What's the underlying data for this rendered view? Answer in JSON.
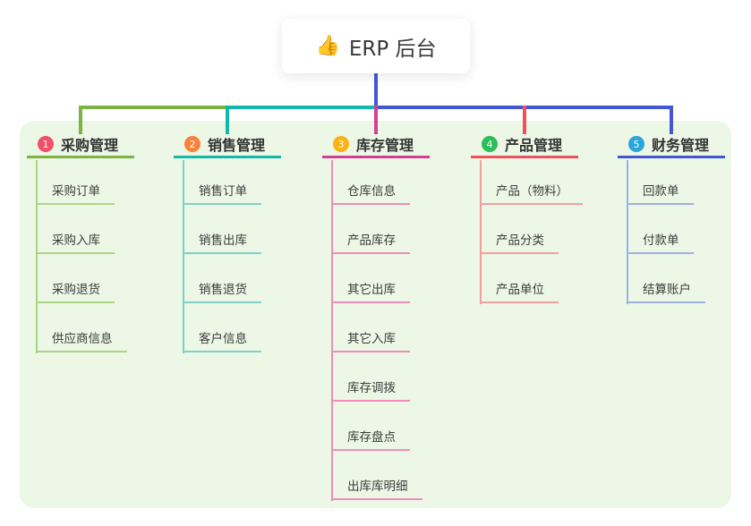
{
  "root": {
    "icon": "thumbs-up-icon",
    "icon_glyph": "👍",
    "title": "ERP 后台"
  },
  "canvas": {
    "background": "#ffffff",
    "panel_background": "#ecf7e6",
    "root_connector_color": "#4457d2"
  },
  "branches": [
    {
      "badge": "1",
      "label": "采购管理",
      "colors": {
        "line": "#7cb342",
        "child_line": "#a9d584",
        "badge": "#f0506a"
      },
      "children": [
        "采购订单",
        "采购入库",
        "采购退货",
        "供应商信息"
      ]
    },
    {
      "badge": "2",
      "label": "销售管理",
      "colors": {
        "line": "#14b8aa",
        "child_line": "#7ed0c8",
        "badge": "#f6823c"
      },
      "children": [
        "销售订单",
        "销售出库",
        "销售退货",
        "客户信息"
      ]
    },
    {
      "badge": "3",
      "label": "库存管理",
      "colors": {
        "line": "#d23f97",
        "child_line": "#f08cba",
        "badge": "#fbb216"
      },
      "children": [
        "仓库信息",
        "产品库存",
        "其它出库",
        "其它入库",
        "库存调拨",
        "库存盘点",
        "出库库明细"
      ]
    },
    {
      "badge": "4",
      "label": "产品管理",
      "colors": {
        "line": "#f0515a",
        "child_line": "#f59e9e",
        "badge": "#2ebd5b"
      },
      "children": [
        "产品（物料）",
        "产品分类",
        "产品单位"
      ]
    },
    {
      "badge": "5",
      "label": "财务管理",
      "colors": {
        "line": "#4457d2",
        "child_line": "#9db1e3",
        "badge": "#29a6dc"
      },
      "children": [
        "回款单",
        "付款单",
        "结算账户"
      ]
    }
  ]
}
